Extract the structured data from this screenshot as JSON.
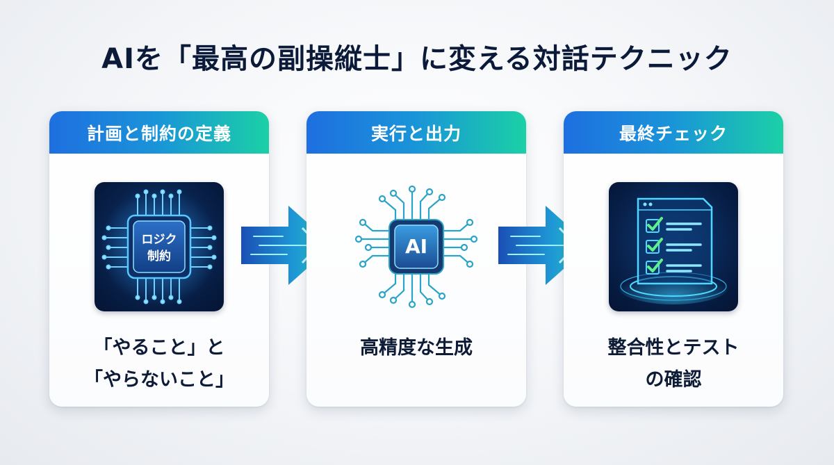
{
  "title": "AIを「最高の副操縦士」に変える対話テクニック",
  "steps": [
    {
      "header": "計画と制約の定義",
      "icon": "chip-icon",
      "icon_label_line1": "ロジク",
      "icon_label_line2": "制約",
      "text_line1": "「やること」と",
      "text_line2": "「やらないこと」"
    },
    {
      "header": "実行と出力",
      "icon": "ai-chip-icon",
      "icon_label": "AI",
      "text_line1": "高精度な生成"
    },
    {
      "header": "最終チェック",
      "icon": "checklist-icon",
      "text_line1": "整合性とテスト",
      "text_line2": "の確認"
    }
  ],
  "colors": {
    "header_gradient_start": "#1e6fe0",
    "header_gradient_end": "#1bd0a6",
    "icon_background": "#071d44",
    "glow": "#4ed8ff",
    "title_text": "#0b1a38"
  }
}
